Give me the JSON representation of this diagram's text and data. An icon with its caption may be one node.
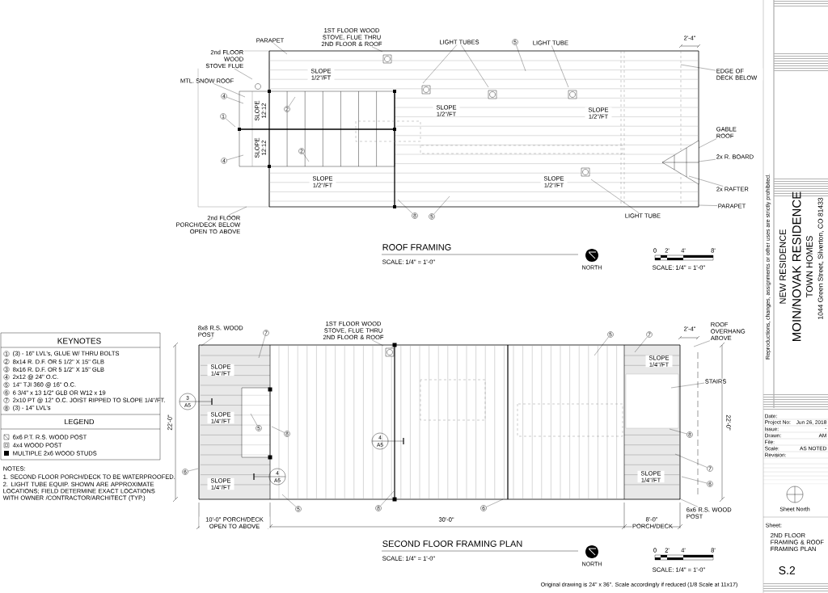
{
  "diagram": {
    "nodes": [
      {
        "text": [
          "PARAPET"
        ]
      },
      {
        "text": [
          "1ST FLOOR WOOD STOVE, FLUE THRU 2ND FLOOR & ROOF"
        ]
      },
      {
        "text": [
          "LIGHT TUBES"
        ]
      },
      {
        "text": [
          "5"
        ]
      },
      {
        "text": [
          "LIGHT TUBE"
        ]
      },
      {
        "text": [
          "EDGE OF DECK BELOW"
        ]
      },
      {
        "text": [
          "GABLE ROOF"
        ]
      },
      {
        "text": [
          "2x R. BOARD"
        ]
      },
      {
        "text": [
          "2x RAFTER"
        ]
      },
      {
        "text": [
          "PARAPET"
        ]
      },
      {
        "text": [
          "LIGHT TUBE"
        ]
      },
      {
        "text": [
          "2nd FLOOR WOOD STOVE FLUE"
        ]
      },
      {
        "text": [
          "MTL. SNOW ROOF"
        ]
      },
      {
        "text": [
          "4"
        ]
      },
      {
        "text": [
          "1"
        ]
      },
      {
        "text": [
          "4"
        ]
      },
      {
        "text": [
          "2"
        ]
      },
      {
        "text": [
          "2"
        ]
      },
      {
        "text": [
          "8"
        ]
      },
      {
        "text": [
          "5"
        ]
      },
      {
        "text": [
          "2nd FLOOR PORCH/DECK BELOW OPEN TO ABOVE"
        ]
      },
      {
        "text": [
          "8x8 R.S. WOOD POST"
        ]
      },
      {
        "text": [
          "7"
        ]
      },
      {
        "text": [
          "1ST FLOOR WOOD STOVE, FLUE THRU 2ND FLOOR & ROOF"
        ]
      },
      {
        "text": [
          "5"
        ]
      },
      {
        "text": [
          "7"
        ]
      },
      {
        "text": [
          "ROOF OVERHANG ABOVE"
        ]
      },
      {
        "text": [
          "STAIRS"
        ]
      },
      {
        "text": [
          "8"
        ]
      },
      {
        "text": [
          "7"
        ]
      },
      {
        "text": [
          "6"
        ]
      },
      {
        "text": [
          "6x6 R.S. WOOD POST"
        ]
      },
      {
        "text": [
          "6"
        ]
      },
      {
        "text": [
          "5"
        ]
      },
      {
        "text": [
          "8"
        ]
      },
      {
        "text": [
          "5"
        ]
      },
      {
        "text": [
          "8"
        ]
      },
      {
        "text": [
          "6"
        ]
      }
    ],
    "edges": [
      {
        "from": 0,
        "to": null,
        "arrow": "none"
      },
      {
        "from": 1,
        "to": null,
        "arrow": "none"
      },
      {
        "from": 2,
        "to": null,
        "arrow": "none"
      },
      {
        "from": 2,
        "to": null,
        "arrow": "none"
      },
      {
        "from": 3,
        "to": null,
        "arrow": "none"
      },
      {
        "from": 4,
        "to": null,
        "arrow": "none"
      },
      {
        "from": 5,
        "to": null,
        "arrow": "none"
      },
      {
        "from": 6,
        "to": null,
        "arrow": "none"
      },
      {
        "from": 7,
        "to": null,
        "arrow": "none"
      },
      {
        "from": 8,
        "to": null,
        "arrow": "none"
      },
      {
        "from": 9,
        "to": null,
        "arrow": "none"
      },
      {
        "from": 10,
        "to": null,
        "arrow": "none"
      },
      {
        "from": 11,
        "to": null,
        "arrow": "none"
      },
      {
        "from": 12,
        "to": null,
        "arrow": "none"
      },
      {
        "from": 13,
        "to": null,
        "arrow": "none"
      },
      {
        "from": 14,
        "to": null,
        "arrow": "none"
      },
      {
        "from": 15,
        "to": null,
        "arrow": "none"
      },
      {
        "from": 16,
        "to": null,
        "arrow": "none"
      },
      {
        "from": 17,
        "to": null,
        "arrow": "none"
      },
      {
        "from": 18,
        "to": null,
        "arrow": "none"
      },
      {
        "from": 19,
        "to": null,
        "arrow": "none"
      },
      {
        "from": 20,
        "to": null,
        "arrow": "none"
      },
      {
        "from": 21,
        "to": null,
        "arrow": "none"
      },
      {
        "from": 22,
        "to": null,
        "arrow": "none"
      },
      {
        "from": 23,
        "to": null,
        "arrow": "none"
      },
      {
        "from": 24,
        "to": null,
        "arrow": "none"
      },
      {
        "from": 25,
        "to": null,
        "arrow": "none"
      },
      {
        "from": 26,
        "to": null,
        "arrow": "none"
      },
      {
        "from": 27,
        "to": null,
        "arrow": "none"
      },
      {
        "from": 28,
        "to": null,
        "arrow": "none"
      },
      {
        "from": 29,
        "to": null,
        "arrow": "none"
      },
      {
        "from": 30,
        "to": null,
        "arrow": "none"
      },
      {
        "from": 31,
        "to": null,
        "arrow": "none"
      },
      {
        "from": 32,
        "to": null,
        "arrow": "none"
      },
      {
        "from": 33,
        "to": null,
        "arrow": "none"
      },
      {
        "from": 34,
        "to": null,
        "arrow": "none"
      },
      {
        "from": 35,
        "to": null,
        "arrow": "none"
      },
      {
        "from": 36,
        "to": null,
        "arrow": "none"
      },
      {
        "from": 37,
        "to": null,
        "arrow": "none"
      }
    ],
    "labels": [
      "2'-4\"",
      "SLOPE 1/2\"/FT",
      "SLOPE 1/2\"/FT",
      "SLOPE 1/2\"/FT",
      "SLOPE 1/2\"/FT",
      "SLOPE 1/2\"/FT",
      "SLOPE 12:12",
      "SLOPE 12:12",
      "ROOF FRAMING",
      "SCALE: 1/4\" = 1'-0\"",
      "NORTH",
      "0",
      "2'",
      "4'",
      "8'",
      "SCALE: 1/4\" = 1'-0\"",
      "2'-4\"",
      "SLOPE 1/4\"/FT",
      "SLOPE 1/4\"/FT",
      "SLOPE 1/4\"/FT",
      "SLOPE 1/4\"/FT",
      "SLOPE 1/4\"/FT",
      "22'-0\"",
      "22'-0\"",
      "10'-0\" PORCH/DECK OPEN TO ABOVE",
      "30'-0\"",
      "8'-0\" PORCH/DECK",
      "3",
      "A5",
      "4",
      "A5",
      "4",
      "A5",
      "SECOND FLOOR FRAMING PLAN",
      "SCALE: 1/4\" = 1'-0\"",
      "NORTH",
      "0",
      "2'",
      "4'",
      "8'",
      "SCALE: 1/4\" = 1'-0\"",
      "Original drawing is 24\" x 36\". Scale accordingly if reduced (1/8 Scale at 11x17)",
      "KEYNOTES",
      "1",
      "(3) - 16\" LVL's, GLUE W/ THRU BOLTS",
      "2",
      "8x14 R. D.F. OR 5 1/2\" X 15\" GLB",
      "3",
      "8x16 R. D.F. OR 5 1/2\" X 15\" GLB",
      "4",
      "2x12 @ 24\" O.C.",
      "5",
      "14\" TJI 360 @ 16\" O.C.",
      "6",
      "6 3/4\" x 13 1/2\" GLB OR W12 x 19",
      "7",
      "2x10 PT @ 12\" O.C. JOIST RIPPED TO SLOPE 1/4\"/FT.",
      "8",
      "(3) - 14\" LVL's",
      "LEGEND",
      "NOTES:",
      "1. SECOND FLOOR PORCH/DECK TO BE WATERPROOFED.",
      "2. LIGHT TUBE EQUIP. SHOWN ARE APPROXIMATE LOCATIONS; FIELD DETERMINE EXACT LOCATIONS WITH OWNER /CONTRACTOR/ARCHITECT (TYP.)",
      "Reproductions, changes, assignments or other uses are strictly prohibited.",
      "NEW RESIDENCE",
      "MOIN/NOVAK RESIDENCE",
      "TOWN HOMES",
      "1044 Green Street, Silverton, CO 81433",
      "Date:",
      "Project No:",
      "Jun 26, 2018",
      "Issue:",
      "-",
      "Drawn:",
      "AM",
      "File:",
      "Scale:",
      "AS NOTED",
      "Revision:",
      "Sheet North",
      "Sheet:",
      "2ND FLOOR FRAMING & ROOF FRAMING PLAN",
      "S.2"
    ],
    "legend": [
      {
        "text": "6x6 P.T. R.S. WOOD POST"
      },
      {
        "text": "4x4 WOOD POST"
      },
      {
        "text": "MULTIPLE 2x6 WOOD STUDS"
      }
    ]
  }
}
